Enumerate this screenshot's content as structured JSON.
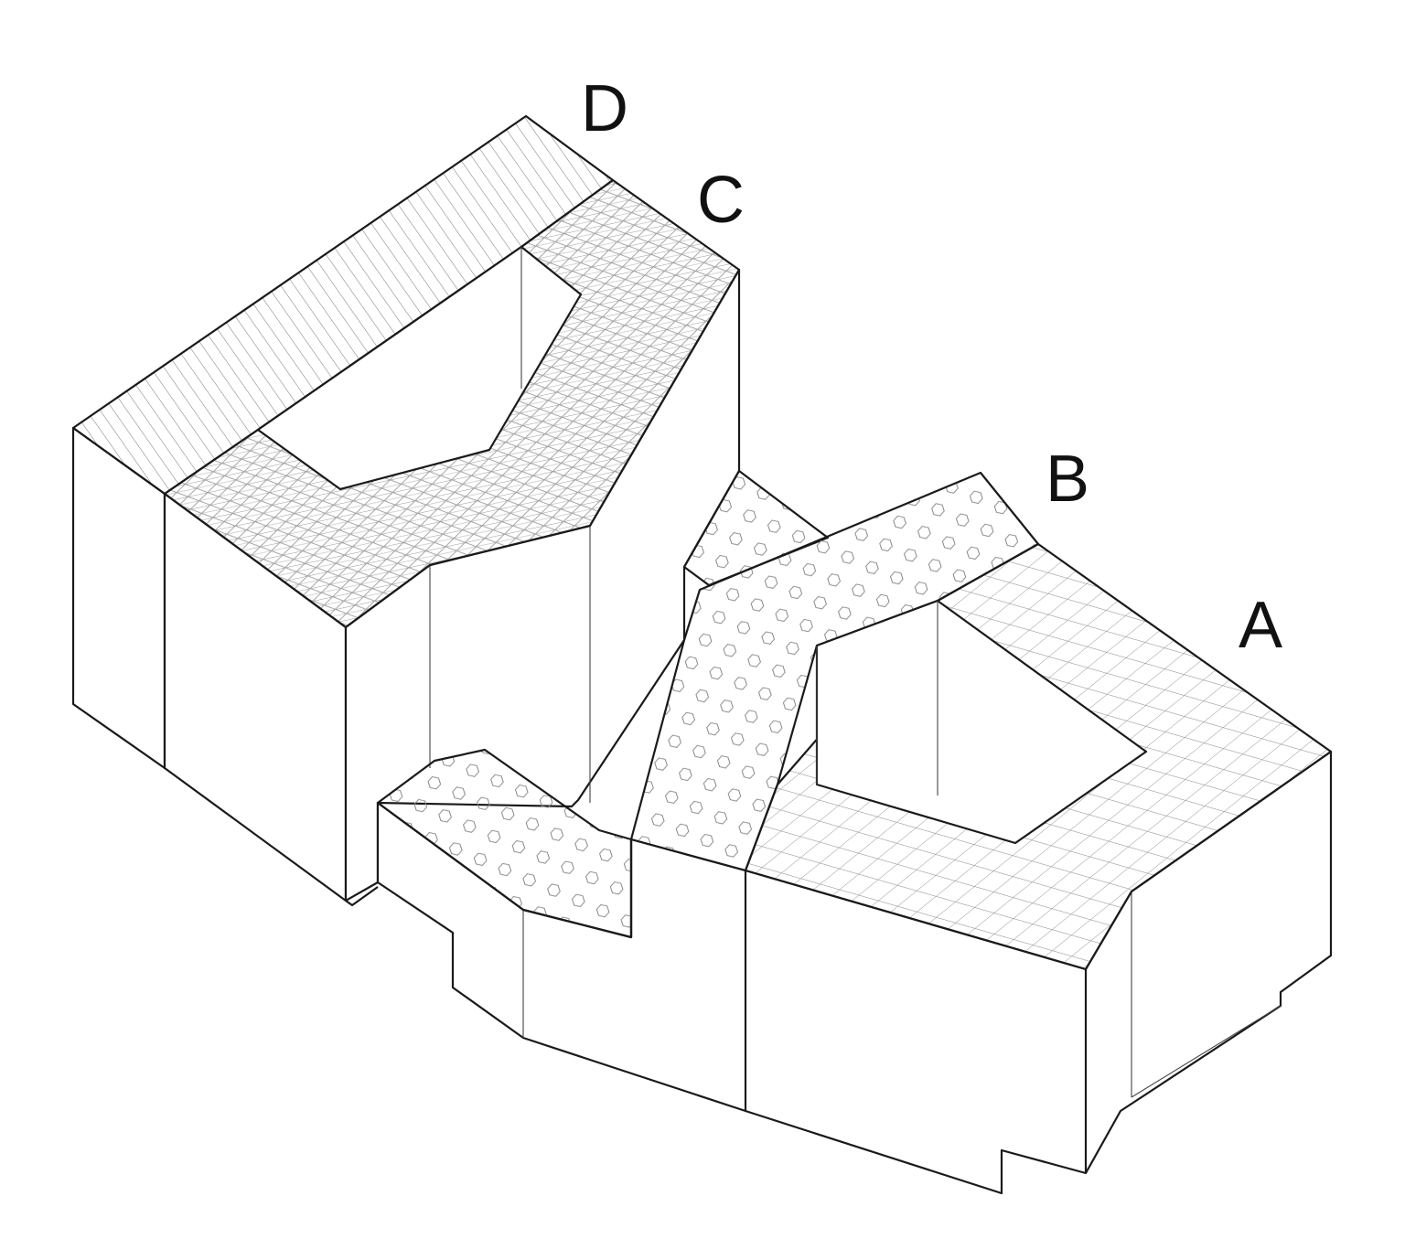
{
  "diagram": {
    "labels": {
      "a": "A",
      "b": "B",
      "c": "C",
      "d": "D"
    },
    "zones": [
      {
        "id": "A",
        "pattern": "square-grid"
      },
      {
        "id": "B",
        "pattern": "hexagons"
      },
      {
        "id": "C",
        "pattern": "triangle-grid"
      },
      {
        "id": "D",
        "pattern": "diagonal-lines"
      }
    ],
    "colors": {
      "line": "#1a1a1a",
      "hatch": "#888888",
      "background": "#ffffff"
    }
  }
}
